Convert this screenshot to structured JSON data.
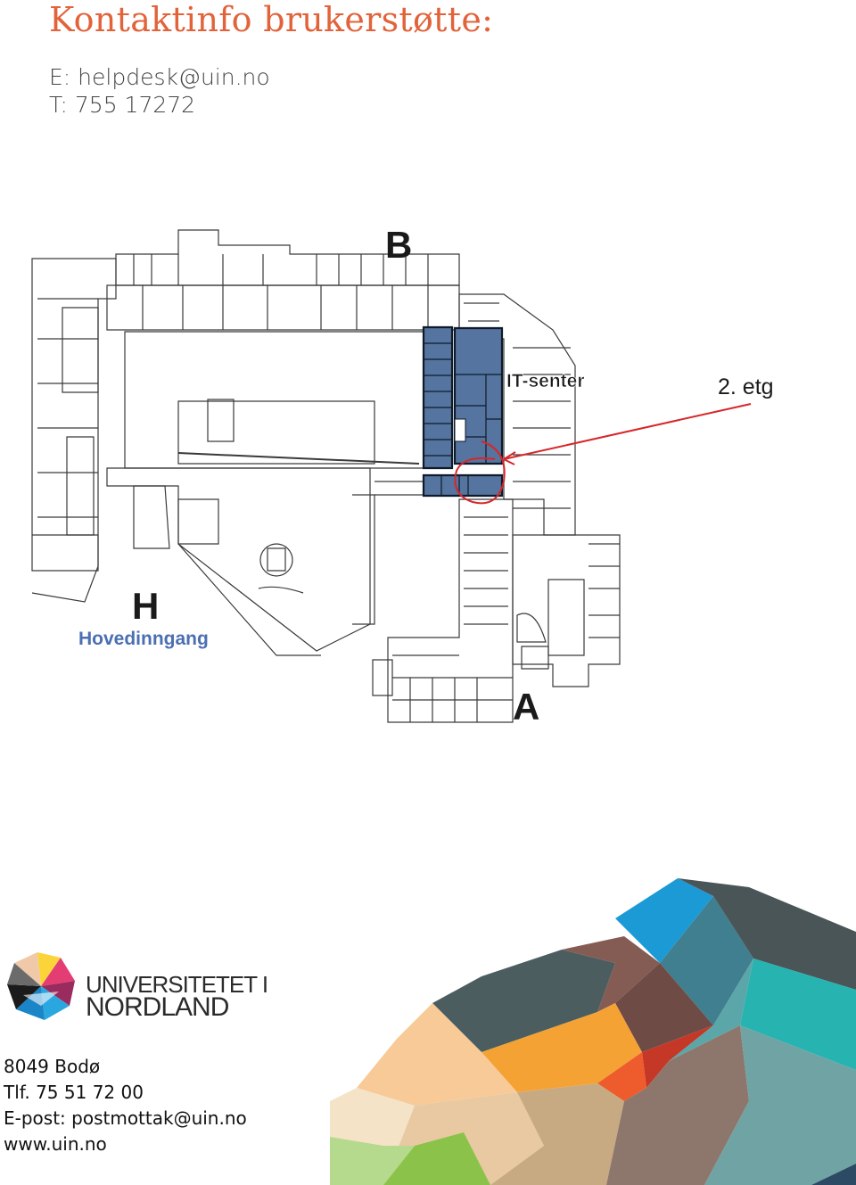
{
  "header": {
    "title": "Kontaktinfo brukerstøtte:",
    "email_line": "E: helpdesk@uin.no",
    "phone_line": "T: 755 17272"
  },
  "map": {
    "label_b": "B",
    "label_h": "H",
    "label_a": "A",
    "it_senter": "IT-senter",
    "floor": "2. etg",
    "main_entrance": "Hovedinngang",
    "highlight_color": "#55749f",
    "arrow_color": "#d6272a"
  },
  "logo": {
    "line1": "UNIVERSITETET I",
    "line2": "NORDLAND"
  },
  "footer": {
    "address": "8049 Bodø",
    "phone": "Tlf. 75 51 72 00",
    "email": "E-post: postmottak@uin.no",
    "web": "www.uin.no"
  },
  "colors": {
    "title": "#e2633a",
    "entrance_label": "#4a6fb2"
  }
}
